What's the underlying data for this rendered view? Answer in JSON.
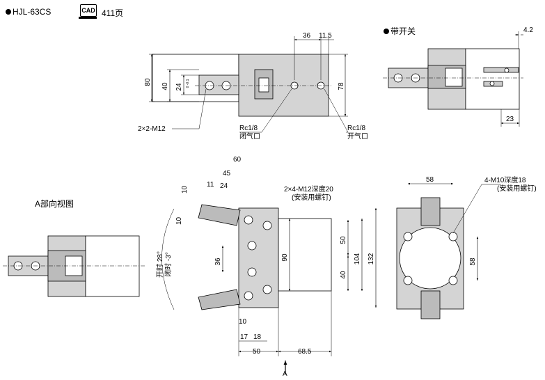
{
  "header": {
    "model": "HJL-63CS",
    "cad_badge": "CAD",
    "page_ref": "411页"
  },
  "labels": {
    "with_switch": "带开关",
    "view_a_title": "A部向视图",
    "arrow_a": "A",
    "port_close": "Rc1/8",
    "port_close_desc": "闭气口",
    "port_open": "Rc1/8",
    "port_open_desc": "开气口",
    "thread_top": "2×2-M12",
    "thread_front": "2×4-M12深度20",
    "thread_front_note": "(安装用螺钉)",
    "thread_side": "4-M10深度18",
    "thread_side_note": "(安装用螺钉)",
    "open_angle": "开时 28°",
    "close_angle": "闭时 -3°"
  },
  "dims": {
    "top_36": "36",
    "top_11_5": "11.5",
    "top_80": "80",
    "top_40": "40",
    "top_24": "24",
    "top_tol": "0 -0.1",
    "top_78": "78",
    "sw_4_2": "4.2",
    "sw_23": "23",
    "f_60": "60",
    "f_45": "45",
    "f_11": "11",
    "f_24": "24",
    "f_10a": "10",
    "f_10b": "10",
    "f_36": "36",
    "f_90": "90",
    "f_50": "50",
    "f_40": "40",
    "f_104": "104",
    "f_132": "132",
    "f_10c": "10",
    "f_17": "17",
    "f_18": "18",
    "f_50b": "50",
    "f_68_5": "68.5",
    "s_58a": "58",
    "s_58b": "58"
  }
}
